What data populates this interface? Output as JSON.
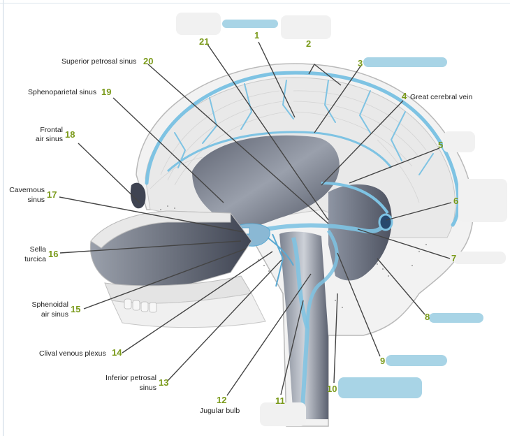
{
  "labels": {
    "l20": {
      "text": "Superior petrosal sinus",
      "num": "20"
    },
    "l19": {
      "text": "Sphenoparietal sinus",
      "num": "19"
    },
    "l18": {
      "text1": "Frontal",
      "text2": "air sinus",
      "num": "18"
    },
    "l17": {
      "text1": "Cavernous",
      "text2": "sinus",
      "num": "17"
    },
    "l16": {
      "text1": "Sella",
      "text2": "turcica",
      "num": "16"
    },
    "l15": {
      "text1": "Sphenoidal",
      "text2": "air sinus",
      "num": "15"
    },
    "l14": {
      "text": "Clival venous plexus",
      "num": "14"
    },
    "l13": {
      "text1": "Inferior petrosal",
      "text2": "sinus",
      "num": "13"
    },
    "l12": {
      "text": "Jugular bulb",
      "num": "12"
    },
    "l11": {
      "num": "11"
    },
    "l10": {
      "num": "10"
    },
    "l9": {
      "num": "9"
    },
    "l8": {
      "num": "8"
    },
    "l7": {
      "num": "7"
    },
    "l6": {
      "num": "6"
    },
    "l5": {
      "num": "5"
    },
    "l4": {
      "text": "Great cerebral vein",
      "num": "4"
    },
    "l3": {
      "num": "3"
    },
    "l2": {
      "num": "2"
    },
    "l1": {
      "num": "1"
    },
    "l21": {
      "num": "21"
    }
  },
  "colors": {
    "label_number": "#7a9a1a",
    "sinus_blue": "#7ec3e3",
    "brain_gray": "#e6e6e6",
    "cavity_dark": "#6f7482"
  }
}
